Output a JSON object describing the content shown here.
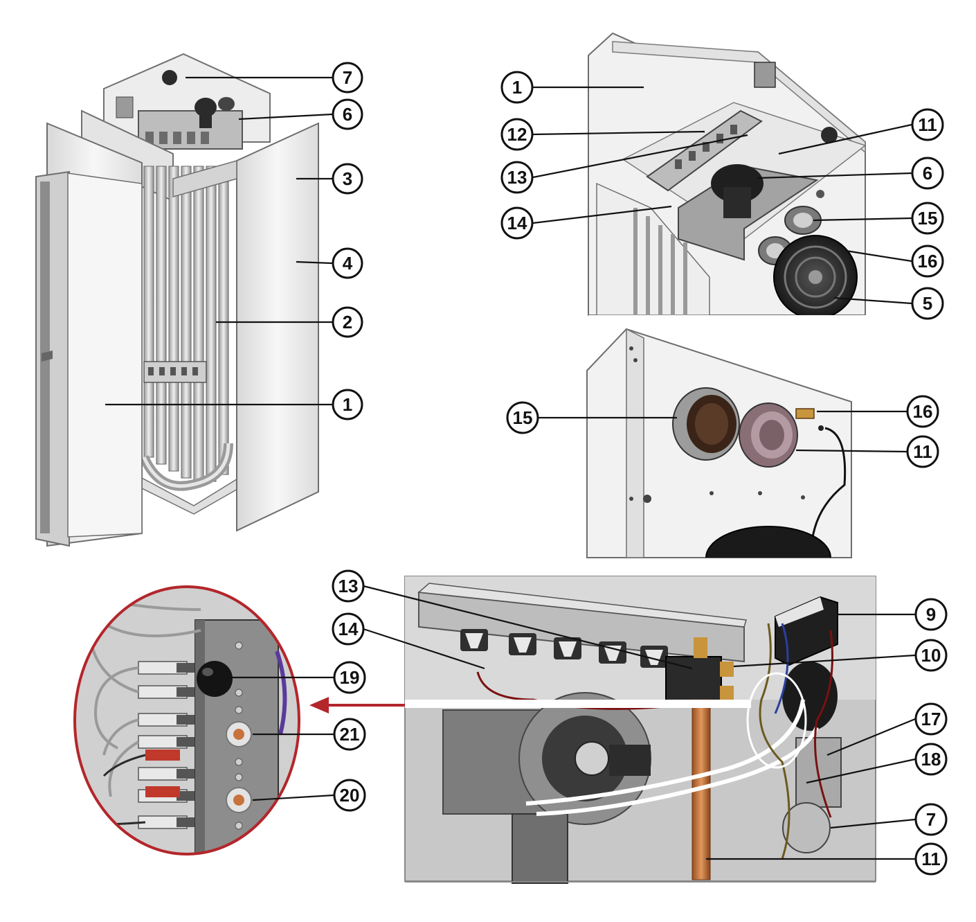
{
  "panels": {
    "boiler_overview": {
      "callouts": [
        {
          "name": "callout-7",
          "label": "7"
        },
        {
          "name": "callout-6",
          "label": "6"
        },
        {
          "name": "callout-3",
          "label": "3"
        },
        {
          "name": "callout-4",
          "label": "4"
        },
        {
          "name": "callout-2",
          "label": "2"
        },
        {
          "name": "callout-1",
          "label": "1"
        }
      ]
    },
    "top_view": {
      "callouts": [
        {
          "name": "callout-1",
          "label": "1"
        },
        {
          "name": "callout-12",
          "label": "12"
        },
        {
          "name": "callout-13",
          "label": "13"
        },
        {
          "name": "callout-14",
          "label": "14"
        },
        {
          "name": "callout-11",
          "label": "11"
        },
        {
          "name": "callout-6",
          "label": "6"
        },
        {
          "name": "callout-15",
          "label": "15"
        },
        {
          "name": "callout-16",
          "label": "16"
        },
        {
          "name": "callout-5",
          "label": "5"
        }
      ]
    },
    "rear_view": {
      "callouts": [
        {
          "name": "callout-15",
          "label": "15"
        },
        {
          "name": "callout-16",
          "label": "16"
        },
        {
          "name": "callout-11",
          "label": "11"
        }
      ]
    },
    "burner_detail": {
      "callouts": [
        {
          "name": "callout-13",
          "label": "13"
        },
        {
          "name": "callout-14",
          "label": "14"
        },
        {
          "name": "callout-9",
          "label": "9"
        },
        {
          "name": "callout-10",
          "label": "10"
        },
        {
          "name": "callout-17",
          "label": "17"
        },
        {
          "name": "callout-18",
          "label": "18"
        },
        {
          "name": "callout-7",
          "label": "7"
        },
        {
          "name": "callout-11",
          "label": "11"
        }
      ]
    },
    "terminal_zoom": {
      "callouts": [
        {
          "name": "callout-19",
          "label": "19"
        },
        {
          "name": "callout-21",
          "label": "21"
        },
        {
          "name": "callout-20",
          "label": "20"
        }
      ]
    }
  },
  "colors": {
    "line": "#111111",
    "panel_light": "#f2f2f2",
    "panel_mid": "#c9c9c9",
    "zoom_ring": "#b3262b",
    "copper": "#c8733c"
  }
}
